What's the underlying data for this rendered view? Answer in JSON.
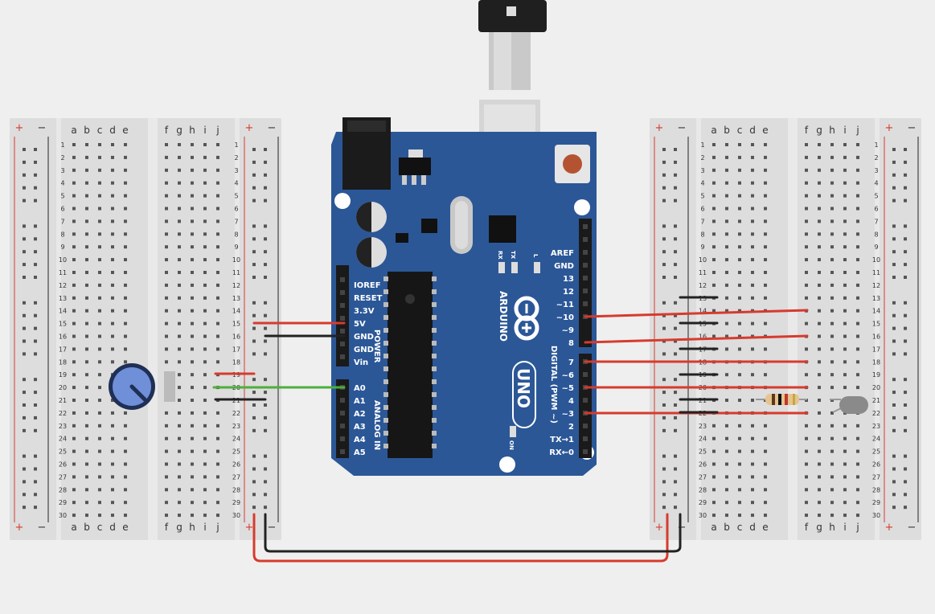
{
  "breadboard": {
    "column_letters_left": [
      "a",
      "b",
      "c",
      "d",
      "e"
    ],
    "column_letters_right": [
      "f",
      "g",
      "h",
      "i",
      "j"
    ],
    "rows": 30,
    "plus": "+",
    "minus": "−"
  },
  "arduino": {
    "brand": "ARDUINO",
    "model": "UNO",
    "power_header_label": "POWER",
    "analog_header_label": "ANALOG IN",
    "digital_header_label": "DIGITAL (PWM ~)",
    "power_pins": [
      "IOREF",
      "RESET",
      "3.3V",
      "5V",
      "GND",
      "GND",
      "Vin"
    ],
    "analog_pins": [
      "A0",
      "A1",
      "A2",
      "A3",
      "A4",
      "A5"
    ],
    "digital_top_pins": [
      "AREF",
      "GND",
      "13",
      "12",
      "~11",
      "~10",
      "~9",
      "8"
    ],
    "digital_bottom_pins": [
      "7",
      "~6",
      "~5",
      "4",
      "~3",
      "2",
      "TX→1",
      "RX←0"
    ],
    "led_labels": [
      "RX",
      "TX",
      "L"
    ],
    "on_label": "ON"
  },
  "colors": {
    "board_blue": "#2b5797",
    "wire_red": "#d63b2e",
    "wire_black": "#222222",
    "wire_green": "#4caf3c",
    "breadboard": "#dedede",
    "knob": "#6f8fd8"
  },
  "icons": [
    "usb-cable-icon",
    "potentiometer-icon",
    "resistor-icon",
    "photoresistor-icon",
    "reset-button-icon"
  ]
}
